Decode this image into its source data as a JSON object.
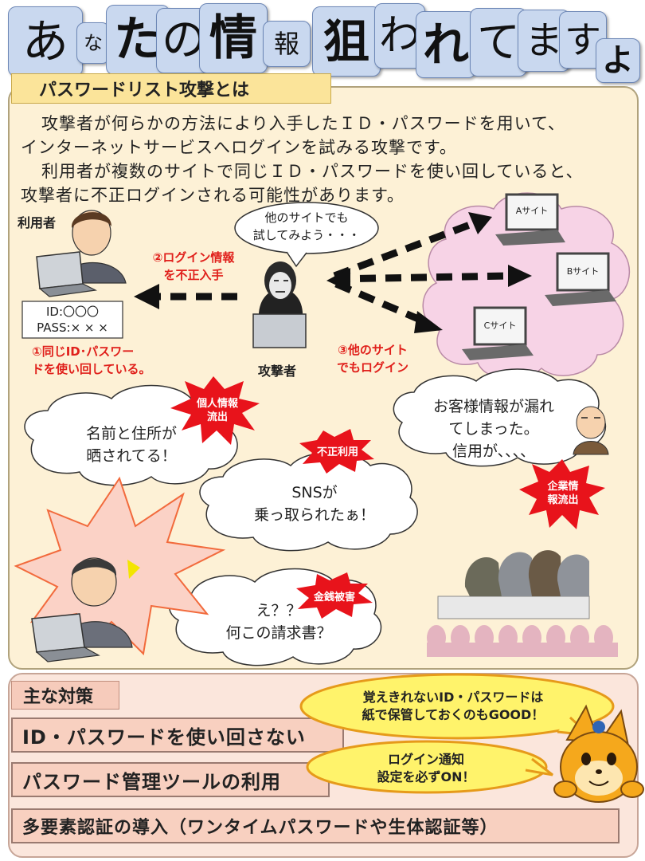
{
  "title": {
    "chars": [
      "あ",
      "な",
      "た",
      "の",
      "情",
      "報",
      "狙",
      "わ",
      "れ",
      "て",
      "ま",
      "す",
      "よ"
    ]
  },
  "section": {
    "heading": "パスワードリスト攻撃とは",
    "intro": [
      "攻撃者が何らかの方法により入手したＩＤ・パスワードを用いて、",
      "インターネットサービスへログインを試みる攻撃です。",
      "利用者が複数のサイトで同じＩＤ・パスワードを使い回していると、",
      "攻撃者に不正ログインされる可能性があります。"
    ]
  },
  "diagram": {
    "user_label": "利用者",
    "attacker_label": "攻撃者",
    "attacker_thought": [
      "他のサイトでも",
      "試してみよう・・・"
    ],
    "credentials": {
      "id": "ID:〇〇〇",
      "pass": "PASS:× × ×"
    },
    "step1": [
      "①同じID･パスワー",
      "ドを使い回している。"
    ],
    "step2": [
      "②ログイン情報",
      "を不正入手"
    ],
    "step3": [
      "③他のサイト",
      "でもログイン"
    ],
    "sites": [
      "Aサイト",
      "Bサイト",
      "Cサイト"
    ]
  },
  "damages": {
    "bursts": [
      "個人情報\n流出",
      "不正利用",
      "企業情\n報流出",
      "金銭被害"
    ],
    "cloud_personal": [
      "名前と住所が",
      "晒されてる！"
    ],
    "cloud_sns": [
      "SNSが",
      "乗っ取られたぁ！"
    ],
    "cloud_company": [
      "お客様情報が漏れ",
      "てしまった。",
      "信用が、、、、"
    ],
    "cloud_bill": [
      "え？？",
      "何この請求書？"
    ]
  },
  "measures": {
    "label": "主な対策",
    "items": [
      "ID・パスワードを使い回さない",
      "パスワード管理ツールの利用",
      "多要素認証の導入（ワンタイムパスワードや生体認証等）"
    ],
    "tips": [
      [
        "覚えきれないID・パスワードは",
        "紙で保管しておくのもGOOD！"
      ],
      [
        "ログイン通知",
        "設定を必ずON！"
      ]
    ]
  },
  "colors": {
    "title_tile": "#c9d8ef",
    "panel": "#fdf1d6",
    "heading_bg": "#fbe49a",
    "step_red": "#e0201b",
    "burst_red": "#e8131b",
    "cloud_pink": "#f7d3e6",
    "bottom_bg": "#fbe6dc",
    "tip_yellow": "#fff36b"
  }
}
